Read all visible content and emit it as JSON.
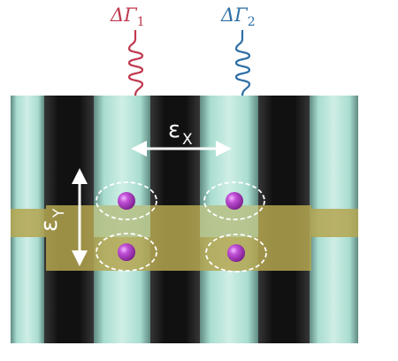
{
  "labels": {
    "delta": "Δ",
    "gamma": "Γ",
    "line1_index": "1",
    "line2_index": "2",
    "epsilon": "ε",
    "epsilon_x_sub": "X",
    "epsilon_y_sub": "Y"
  },
  "colors": {
    "line1": "#c0394f",
    "line2": "#2e6fa6",
    "gate": "#9fd8c8",
    "channel": "#b4a650",
    "dot": "#b43dc4",
    "arrow": "#ffffff"
  },
  "dots": {
    "count": 4,
    "arrangement": "2x2"
  }
}
